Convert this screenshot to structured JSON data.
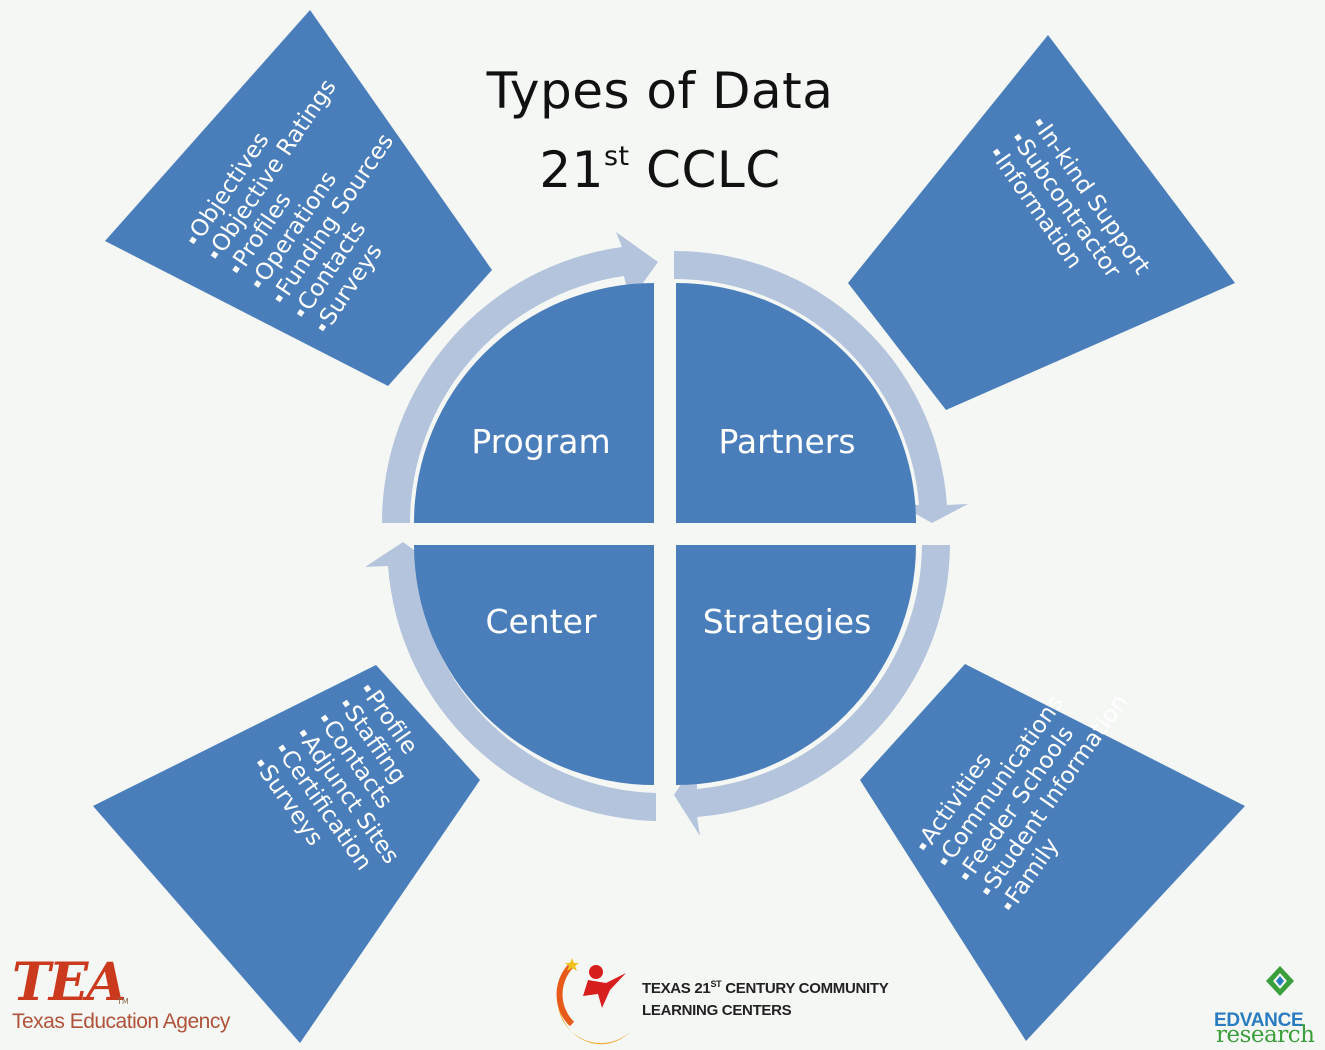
{
  "title": {
    "line1": "Types of Data",
    "line2_prefix": "21",
    "line2_sup": "st",
    "line2_suffix": " CCLC"
  },
  "colors": {
    "fill": "#4a7ebb",
    "ring": "#b4c4dc",
    "text": "#ffffff"
  },
  "quadrants": [
    {
      "label": "Program"
    },
    {
      "label": "Partners"
    },
    {
      "label": "Center"
    },
    {
      "label": "Strategies"
    }
  ],
  "lists": {
    "program": [
      "Objectives",
      "Objective Ratings",
      "Profiles",
      "Operations",
      "Funding Sources",
      "Contacts",
      "Surveys"
    ],
    "partners": [
      "In-kind Support",
      "Subcontractor",
      "Information"
    ],
    "center": [
      "Profile",
      "Staffing",
      "Contacts",
      "Adjunct Sites",
      "Certification",
      "Surveys"
    ],
    "strategies": [
      "Activities",
      "Communications",
      "Feeder Schools",
      "Student Information",
      "Family"
    ]
  },
  "bullet": "▪",
  "logos": {
    "tea_mark": "TEA",
    "tea_tm": "TM",
    "tea_name": "Texas Education Agency",
    "cclc_line1_prefix": "TEXAS 21",
    "cclc_line1_sup": "ST",
    "cclc_line1_suffix": " CENTURY COMMUNITY",
    "cclc_line2": "LEARNING CENTERS",
    "edvance_name": "EDVANCE",
    "edvance_sub": "research"
  }
}
